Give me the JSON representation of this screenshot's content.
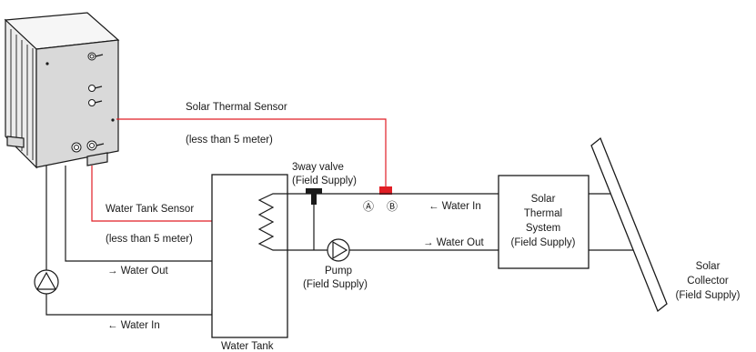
{
  "labels": {
    "solar_thermal_sensor": "Solar Thermal Sensor",
    "solar_sensor_distance": "(less than 5 meter)",
    "water_tank_sensor": "Water Tank Sensor",
    "tank_sensor_distance": "(less than 5 meter)",
    "valve_name": "3way valve",
    "valve_supply": "(Field Supply)",
    "port_a": "Ⓐ",
    "port_b": "Ⓑ",
    "water_in_solar": "← Water In",
    "water_out_solar": "→ Water Out",
    "pump_name": "Pump",
    "pump_supply": "(Field Supply)",
    "water_out_unit": "→ Water Out",
    "water_in_unit": "← Water In",
    "water_tank": "Water Tank",
    "solar_system_line1": "Solar",
    "solar_system_line2": "Thermal",
    "solar_system_line3": "System",
    "solar_system_line4": "(Field Supply)",
    "collector_line1": "Solar",
    "collector_line2": "Collector",
    "collector_line3": "(Field Supply)"
  },
  "colors": {
    "pipe": "#1a1a1a",
    "sensor_wire": "#e11d24",
    "sensor": "#e11d24"
  }
}
